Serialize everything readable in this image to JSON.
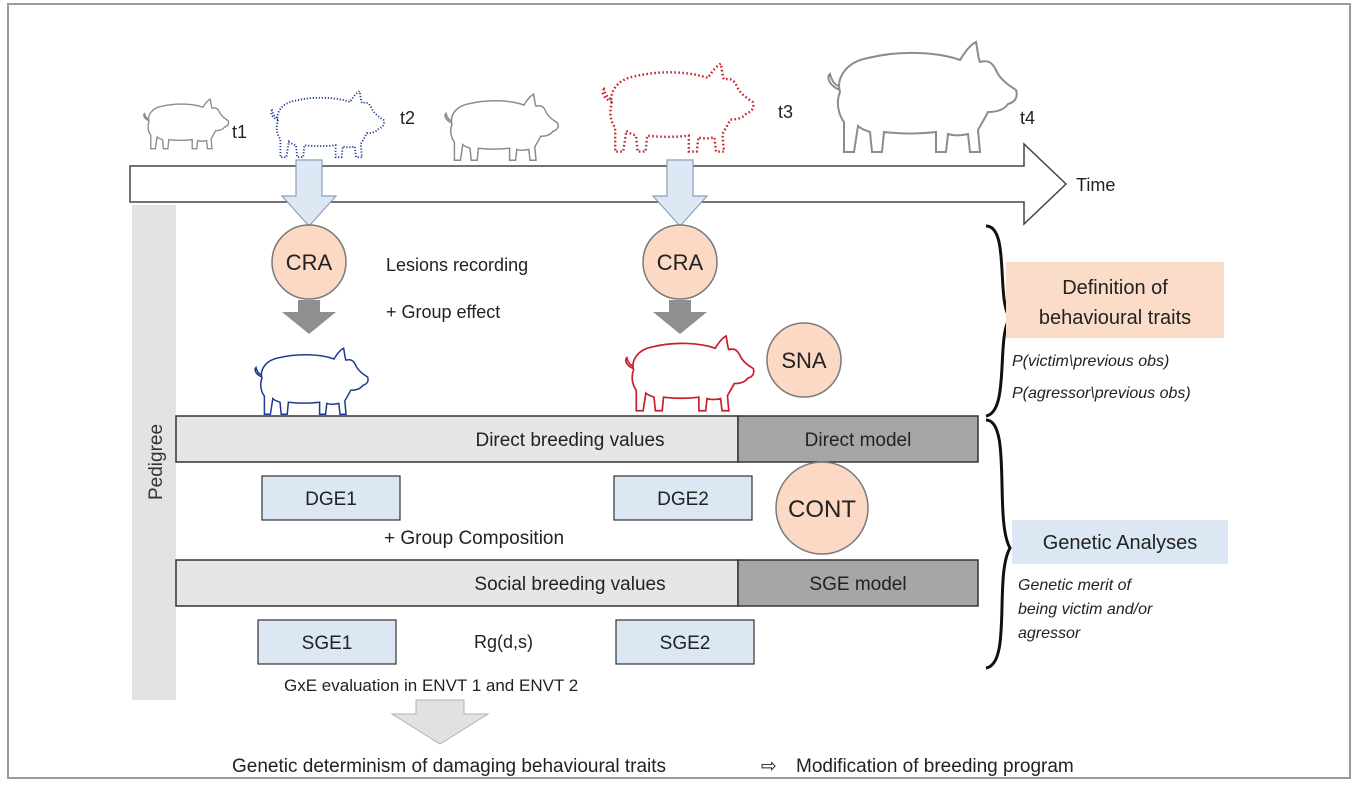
{
  "timeline": {
    "axis_label": "Time",
    "time_points": [
      "t1",
      "t2",
      "t3",
      "t4"
    ]
  },
  "pedigree_label": "Pedigree",
  "recording": {
    "cra_label": "CRA",
    "lesions_text": "Lesions recording",
    "group_effect_text": "+ Group effect",
    "sna_label": "SNA"
  },
  "direct": {
    "bar_label": "Direct breeding values",
    "model_label": "Direct model",
    "dge1": "DGE1",
    "dge2": "DGE2",
    "cont_label": "CONT",
    "group_composition_text": "+ Group Composition"
  },
  "social": {
    "bar_label": "Social breeding values",
    "model_label": "SGE model",
    "sge1": "SGE1",
    "sge2": "SGE2",
    "rg_text": "Rg(d,s)",
    "gxe_text": "GxE evaluation in ENVT 1 and ENVT 2"
  },
  "right_panel": {
    "behavioural_title_1": "Definition of",
    "behavioural_title_2": "behavioural traits",
    "prob_victim": "P(victim\\previous obs)",
    "prob_agressor": "P(agressor\\previous obs)",
    "genetic_title": "Genetic Analyses",
    "genetic_desc_1": "Genetic merit of",
    "genetic_desc_2": "being victim and/or",
    "genetic_desc_3": "agressor"
  },
  "conclusion": {
    "left_text": "Genetic determinism of damaging behavioural traits",
    "arrow_glyph": "⇨",
    "right_text": "Modification of breeding program"
  },
  "colors": {
    "frame": "#9a9a9a",
    "circle_fill": "#fbd9c4",
    "circle_stroke": "#7a7a7a",
    "blue_box": "#dbe7f3",
    "peach_box": "#fbdcc8",
    "bar_light": "#e6e6e6",
    "bar_dark": "#a6a6a6",
    "pig_grey": "#8c8c8c",
    "pig_blue": "#1f3a93",
    "pig_red": "#c8202a",
    "pedigree_bar": "#e3e3e3",
    "down_arrow_light": "#dde8f4",
    "down_arrow_grey": "#8f8f8f"
  }
}
